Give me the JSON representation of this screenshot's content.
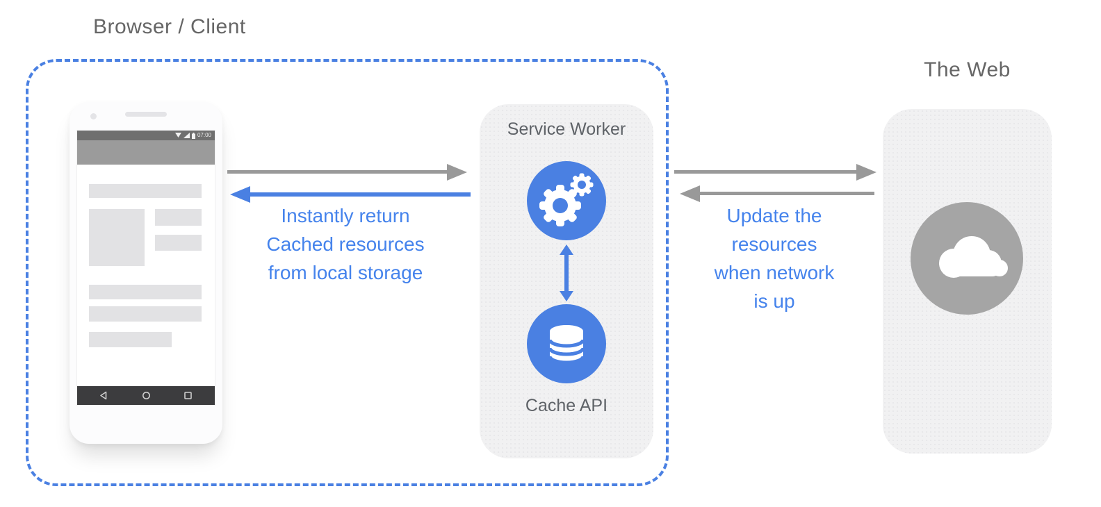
{
  "colors": {
    "accent_blue": "#4a80e2",
    "text_blue": "#4583ec",
    "arrow_gray": "#999999",
    "title_gray": "#666666",
    "label_gray": "#5f6368",
    "panel_gray": "#f1f1f2",
    "web_circle_gray": "#a5a5a5"
  },
  "labels": {
    "browser_client": "Browser / Client",
    "the_web": "The Web",
    "service_worker": "Service Worker",
    "cache_api": "Cache API"
  },
  "annotations": {
    "cache_return": {
      "lines": [
        "Instantly return",
        "Cached resources",
        "from local storage"
      ]
    },
    "network_update": {
      "lines": [
        "Update the",
        "resources",
        "when network",
        "is up"
      ]
    }
  },
  "phone": {
    "status_time": "07:00",
    "icons": {
      "wifi": "wifi-icon",
      "signal": "cellular-signal-icon",
      "battery": "battery-icon",
      "back": "back-icon",
      "home": "home-icon",
      "recents": "recents-icon"
    }
  },
  "icons": {
    "gears": "gears-icon",
    "database": "database-icon",
    "cloud": "cloud-icon"
  }
}
